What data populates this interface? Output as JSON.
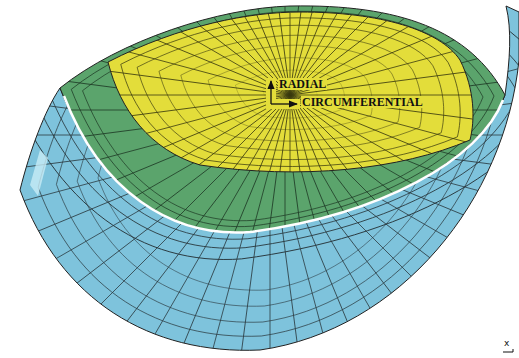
{
  "diagram": {
    "labels": [
      "RADIAL",
      "CIRCUMFERENTIAL",
      "x"
    ]
  }
}
